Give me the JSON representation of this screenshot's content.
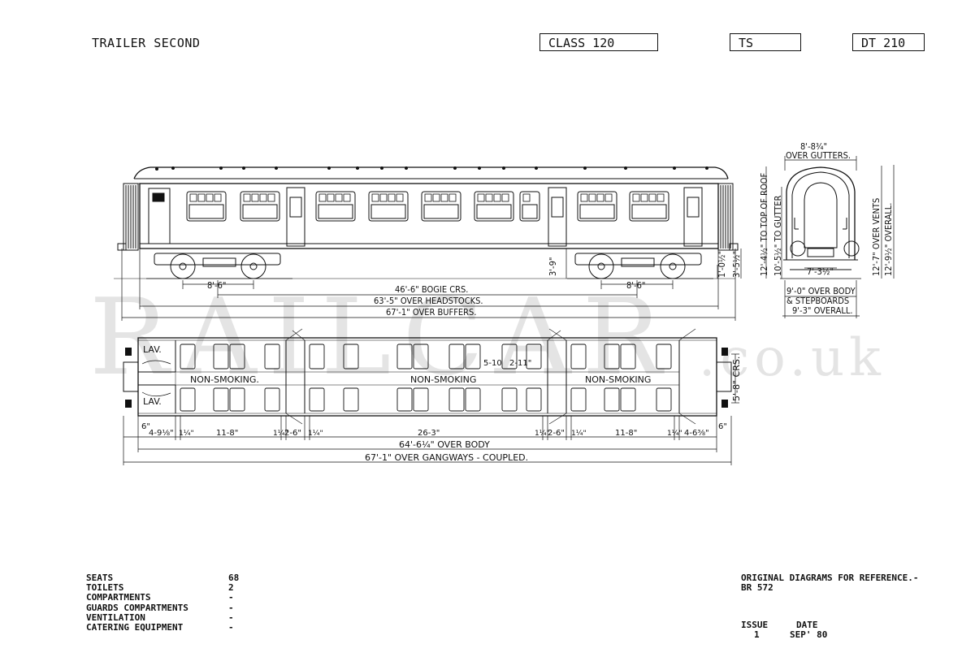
{
  "header": {
    "title": "TRAILER SECOND",
    "class_label": "CLASS 120",
    "type_code": "TS",
    "diagram_no": "DT 210"
  },
  "watermark": {
    "text": "RAILCAR",
    "suffix": ".co.uk"
  },
  "side_view": {
    "dimensions": {
      "bogie_wheelbase_left": "8'-6\"",
      "bogie_wheelbase_right": "8'-6\"",
      "bogie_crs": "46'-6\" BOGIE CRS.",
      "over_headstocks": "63'-5\" OVER HEADSTOCKS.",
      "over_buffers": "67'-1\" OVER BUFFERS.",
      "floor_height": "3'-9\"",
      "rail_to_floor": "1'-0½\"",
      "height_small": "3'-5½\""
    }
  },
  "end_view": {
    "dimensions": {
      "over_gutters_width": "8'-8¾\"",
      "over_gutters_label": "OVER GUTTERS.",
      "top_of_roof": "12'-4½\" TO TOP OF ROOF",
      "to_gutter": "10'-5½\" TO GUTTER",
      "over_vents": "12'-7\" OVER VENTS",
      "overall_height": "12'-9½\" OVERALL.",
      "bogie_width": "7'-3½\"",
      "over_body": "9'-0\" OVER BODY",
      "stepboards": "& STEPBOARDS",
      "overall_width": "9'-3\" OVERALL."
    }
  },
  "plan_view": {
    "labels": {
      "lav_top": "LAV.",
      "lav_bottom": "LAV.",
      "zone_1": "NON-SMOKING.",
      "zone_2": "NON-SMOKING",
      "zone_3": "NON-SMOKING",
      "seat_pitch_a": "5-10",
      "seat_pitch_b": "2-11\""
    },
    "dimensions": {
      "end_left": "6\"",
      "lav_left": "4-9⅛\"",
      "gap_1": "1¼\"",
      "saloon_1": "11-8\"",
      "gap_2": "1¼\"",
      "vestibule_1": "2-6\"",
      "gap_3": "1¼\"",
      "saloon_2": "26-3\"",
      "gap_4": "1¼\"",
      "vestibule_2": "2-6\"",
      "gap_5": "1¼\"",
      "saloon_3": "11-8\"",
      "gap_6": "1¼\"",
      "end_right_section": "4-6⅜\"",
      "end_right": "6\"",
      "crs": "5'-8\" CRS.",
      "over_body": "64'-6¼\" OVER BODY",
      "over_gangways": "67'-1\" OVER GANGWAYS - COUPLED."
    }
  },
  "specs": [
    {
      "label": "SEATS",
      "value": "68"
    },
    {
      "label": "TOILETS",
      "value": "2"
    },
    {
      "label": "COMPARTMENTS",
      "value": "-"
    },
    {
      "label": "GUARDS COMPARTMENTS",
      "value": "-"
    },
    {
      "label": "VENTILATION",
      "value": "-"
    },
    {
      "label": "CATERING EQUIPMENT",
      "value": "-"
    }
  ],
  "reference": {
    "line1": "ORIGINAL DIAGRAMS FOR REFERENCE.-",
    "line2": "BR 572"
  },
  "issue": {
    "issue_label": "ISSUE",
    "issue_value": "1",
    "date_label": "DATE",
    "date_value": "SEP' 80"
  }
}
